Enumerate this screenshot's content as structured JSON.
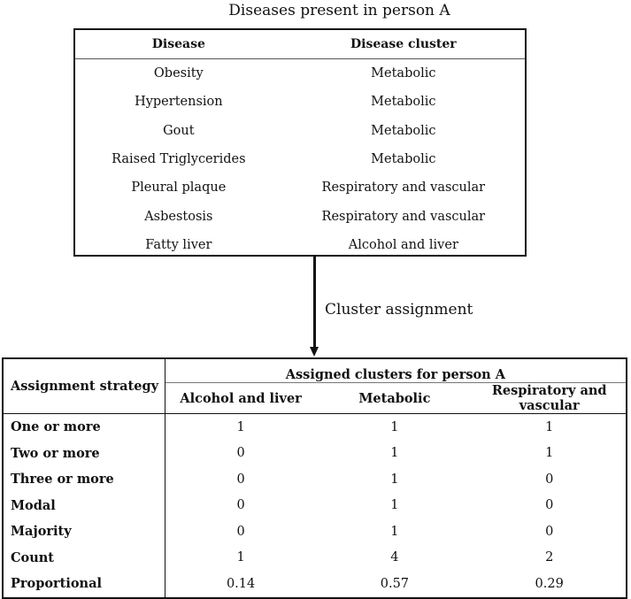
{
  "top_title": "Diseases present in person A",
  "top_table": {
    "headers": [
      "Disease",
      "Disease cluster"
    ],
    "rows": [
      [
        "Obesity",
        "Metabolic"
      ],
      [
        "Hypertension",
        "Metabolic"
      ],
      [
        "Gout",
        "Metabolic"
      ],
      [
        "Raised Triglycerides",
        "Metabolic"
      ],
      [
        "Pleural plaque",
        "Respiratory and vascular"
      ],
      [
        "Asbestosis",
        "Respiratory and vascular"
      ],
      [
        "Fatty liver",
        "Alcohol and liver"
      ]
    ]
  },
  "arrow_label": "Cluster assignment",
  "bottom_table": {
    "strategy_header": "Assignment strategy",
    "group_header": "Assigned clusters for person A",
    "columns": [
      "Alcohol and liver",
      "Metabolic",
      "Respiratory and vascular"
    ],
    "rows": [
      [
        "One or more",
        "1",
        "1",
        "1"
      ],
      [
        "Two or more",
        "0",
        "1",
        "1"
      ],
      [
        "Three or more",
        "0",
        "1",
        "0"
      ],
      [
        "Modal",
        "0",
        "1",
        "0"
      ],
      [
        "Majority",
        "0",
        "1",
        "0"
      ],
      [
        "Count",
        "1",
        "4",
        "2"
      ],
      [
        "Proportional",
        "0.14",
        "0.57",
        "0.29"
      ]
    ]
  }
}
